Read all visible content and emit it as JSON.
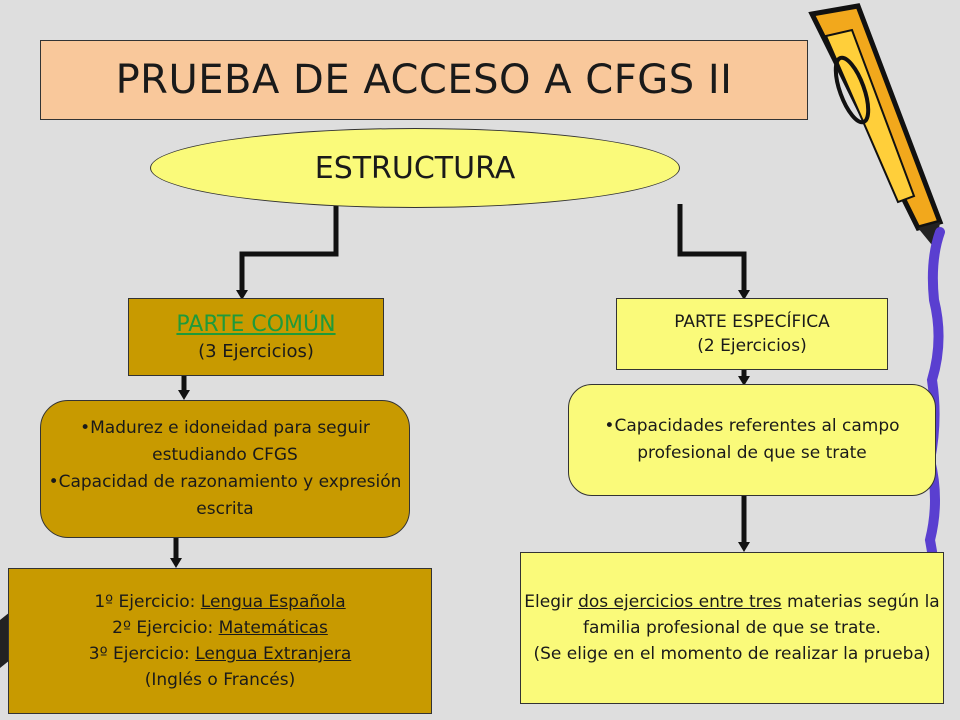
{
  "title": "PRUEBA DE ACCESO A CFGS II",
  "estructura": "ESTRUCTURA",
  "comun": {
    "title": "PARTE COMÚN",
    "subtitle": "(3 Ejercicios)"
  },
  "especifica": {
    "title": "PARTE ESPECÍFICA",
    "subtitle": "(2 Ejercicios)"
  },
  "madurez": {
    "bullet1": "•Madurez e idoneidad para seguir estudiando CFGS",
    "bullet2": "•Capacidad de razonamiento y expresión escrita"
  },
  "capacidades": {
    "bullet1": "•Capacidades referentes al campo profesional de que se trate"
  },
  "ejercicios": [
    {
      "prefix": "1º Ejercicio: ",
      "subject": "Lengua Española"
    },
    {
      "prefix": "2º Ejercicio: ",
      "subject": "Matemáticas"
    },
    {
      "prefix": "3º Ejercicio: ",
      "subject": "Lengua Extranjera"
    }
  ],
  "ejercicios_note": "(Inglés o Francés)",
  "elegir": {
    "prefix": "Elegir ",
    "underlined": "dos ejercicios entre tres",
    "rest": " materias según la familia profesional de que se trate.",
    "note": "(Se elige en el momento de realizar la prueba)"
  },
  "colors": {
    "accent_orange": "#f9c89b",
    "mustard": "#c89a00",
    "yellow": "#fafa7a",
    "green_link": "#1f9a3a"
  },
  "icons": [
    "pencil-icon"
  ]
}
